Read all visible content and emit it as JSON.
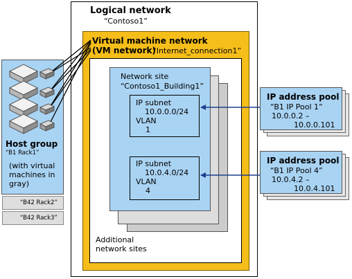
{
  "logical_network": {
    "title": "Logical network",
    "name": "“Contoso1”"
  },
  "vm_network": {
    "line1": "Virtual machine network",
    "line2": "(VM network)",
    "name": "“Internet_connection1”"
  },
  "network_site": {
    "title": "Network site",
    "name": "“Contoso1_Building1”"
  },
  "subnets": [
    {
      "label": "IP subnet",
      "address": "10.0.0.0/24",
      "vlan_label": "VLAN",
      "vlan": "1"
    },
    {
      "label": "IP subnet",
      "address": "10.0.4.0/24",
      "vlan_label": "VLAN",
      "vlan": "4"
    }
  ],
  "additional_sites": {
    "line1": "Additional",
    "line2": "network sites"
  },
  "host_group": {
    "title": "Host group",
    "name": "“B1 Rack1”",
    "note_lines": [
      "(with virtual",
      "machines in",
      "gray)"
    ],
    "other_racks": [
      "“B42 Rack2”",
      "“B42 Rack3”"
    ]
  },
  "ip_pools": [
    {
      "title": "IP address pool",
      "name": "“B1 IP Pool 1”",
      "range_start": "10.0.0.2 –",
      "range_end": "10.0.0.101"
    },
    {
      "title": "IP address pool",
      "name": "“B1 IP Pool 4”",
      "range_start": "10.0.4.2 –",
      "range_end": "10.0.4.101"
    }
  ],
  "icons": [
    "server-icon",
    "virtual-machine-icon",
    "arrow-icon"
  ],
  "colors": {
    "vm_network_fill": "#f6be1a",
    "site_fill": "#a9d3f3",
    "gray_fill": "#cccccc",
    "arrow": "#1f3f8f"
  }
}
